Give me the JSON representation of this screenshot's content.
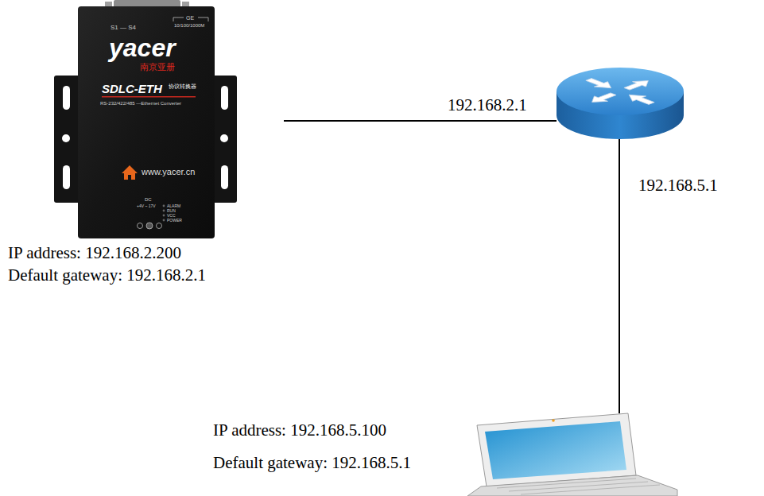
{
  "diagram": {
    "nodes": [
      {
        "text": [
          "IP address: 192.168.2.200",
          "Default gateway: 192.168.2.1"
        ]
      },
      {
        "text": []
      },
      {
        "text": [
          "IP address: 192.168.5.100",
          "Default gateway: 192.168.5.1"
        ]
      }
    ],
    "edges": [
      {
        "from": 0,
        "to": 1,
        "arrow": "none",
        "label": "192.168.2.1"
      },
      {
        "from": 1,
        "to": 2,
        "arrow": "none",
        "label": "192.168.5.1"
      }
    ],
    "labels": [
      "S1 — S4",
      "GE",
      "10/100/1000M",
      "yacer",
      "南京亚册",
      "SDLC-ETH",
      "协议转换器",
      "RS-232/422/485 —Ethernet Converter",
      "www.yacer.cn",
      "DC",
      "+4V ~ 17V",
      "ALARM",
      "RUN",
      "VCC",
      "POWER"
    ]
  }
}
